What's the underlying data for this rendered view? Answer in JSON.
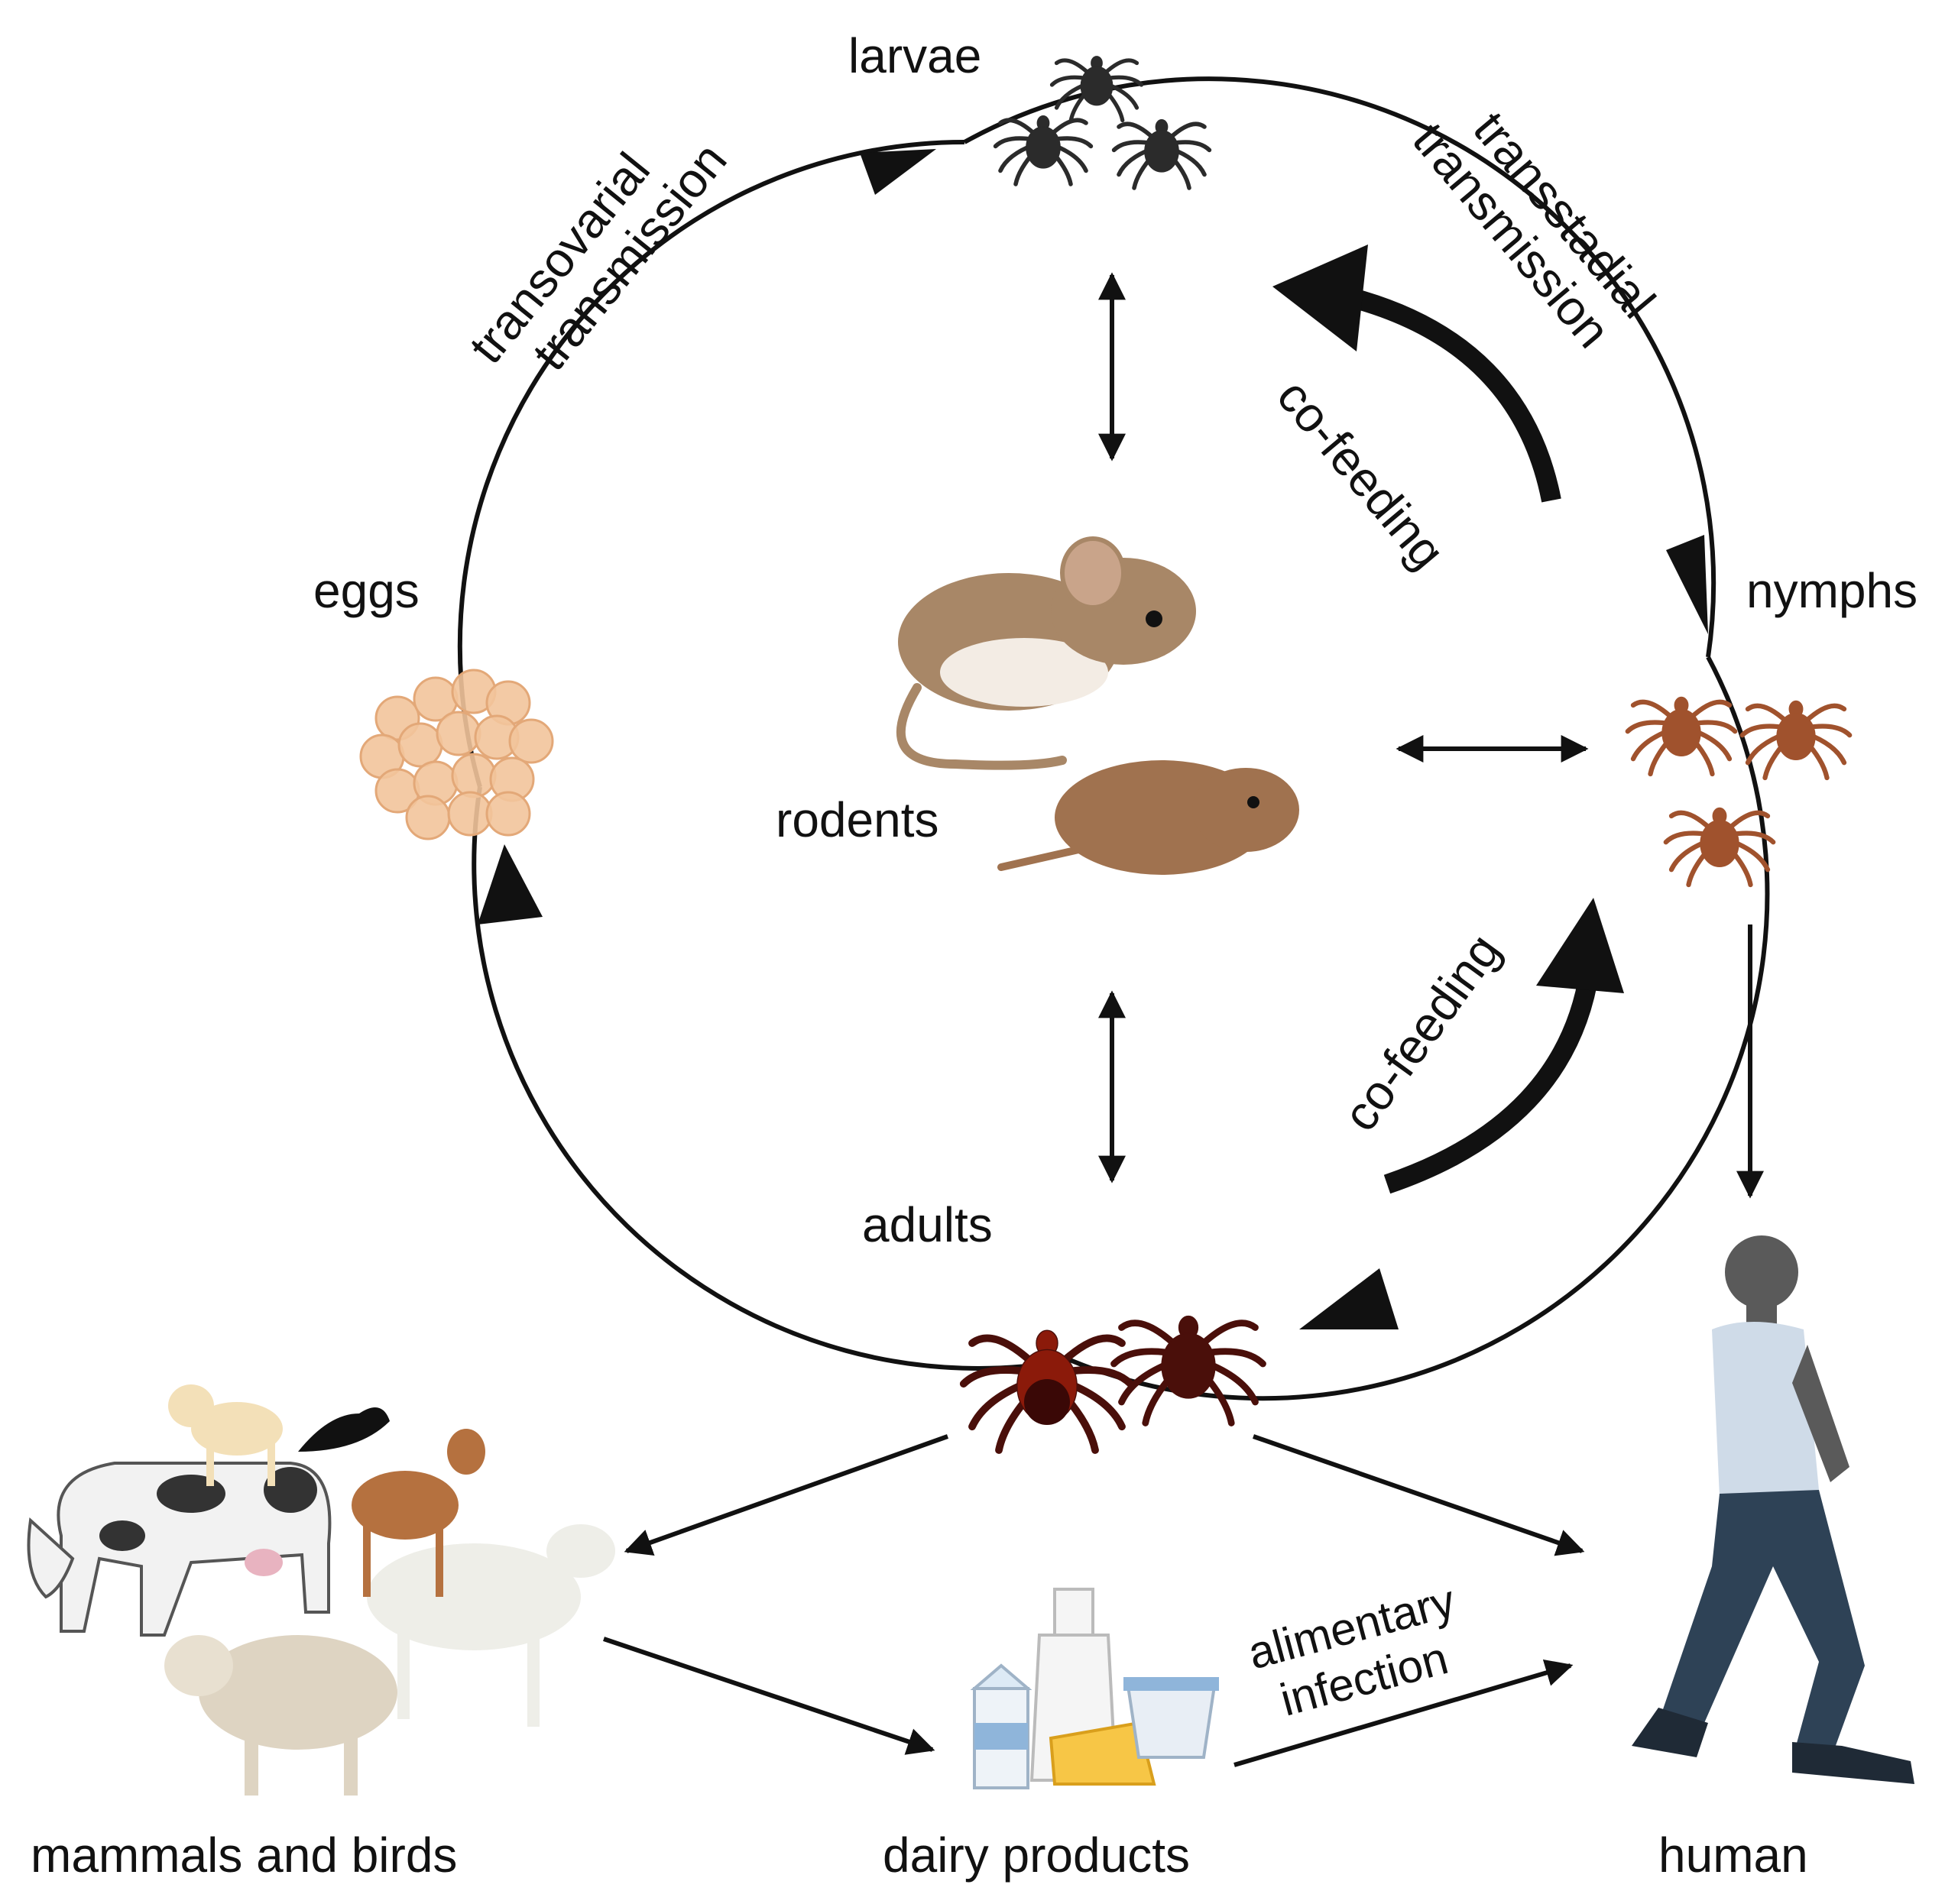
{
  "labels": {
    "larvae": "larvae",
    "nymphs": "nymphs",
    "adults": "adults",
    "eggs": "eggs",
    "rodents": "rodents",
    "mammals_birds": "mammals and birds",
    "dairy": "dairy products",
    "human": "human"
  },
  "edges": {
    "transovarial_1": "transovarial",
    "transovarial_2": "transmission",
    "transstadial_1": "transstadial",
    "transstadial_2": "transmission",
    "cofeeding_top": "co-feeding",
    "cofeeding_bottom": "co-feeding",
    "alimentary_1": "alimentary",
    "alimentary_2": "infection"
  },
  "colors": {
    "line": "#111111",
    "larva": "#2b2b2b",
    "nymph": "#a0522d",
    "adult_female": "#8b1a0a",
    "adult_male": "#4a0f0a",
    "egg": "#f2c49b",
    "rodent": "#a88767",
    "human_shirt": "#cfdbe8",
    "human_pants": "#2e4256",
    "human_skin": "#5a5a5a"
  }
}
